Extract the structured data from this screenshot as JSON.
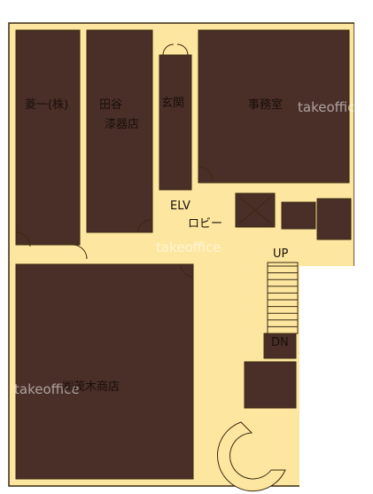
{
  "colors": {
    "room_fill": "#4a2e28",
    "corridor_fill": "#fde7a0",
    "line": "#3a2a10",
    "label_text": "#1a0f0a",
    "label_text_dark": "#f3e6c8",
    "watermark": "#ffffff"
  },
  "rooms": {
    "hishiichi": "菱一(株)",
    "taniya_line1": "田谷",
    "taniya_line2": "漆器店",
    "genkan": "玄関",
    "jimusho": "事務室",
    "shigeki": "㈱茂木商店"
  },
  "lobby": {
    "elv": "ELV",
    "lobby": "ロビー"
  },
  "stairs": {
    "up": "UP",
    "dn": "DN"
  },
  "watermark": "takeoffice"
}
